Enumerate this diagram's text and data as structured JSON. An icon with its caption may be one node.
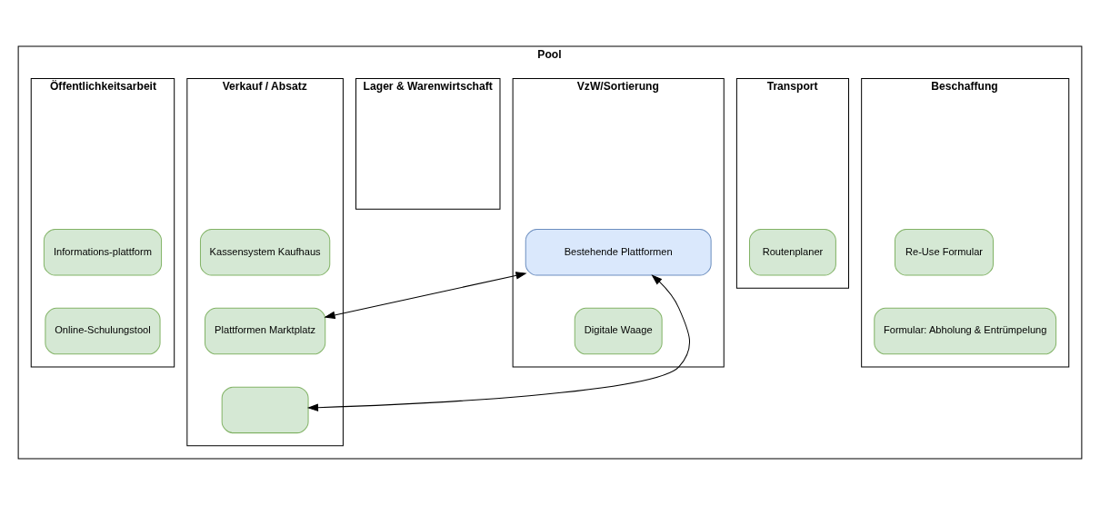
{
  "diagram": {
    "nodes": [
      {
        "text": [
          "Pool"
        ]
      },
      {
        "text": [
          "Beschaffung"
        ],
        "in": 0
      },
      {
        "text": [
          "Transport"
        ],
        "in": 0
      },
      {
        "text": [
          "VzW/Sortierung"
        ],
        "in": 0
      },
      {
        "text": [
          "Lager & Warenwirtschaft"
        ],
        "in": 0
      },
      {
        "text": [
          "Verkauf / Absatz"
        ],
        "in": 0
      },
      {
        "text": [
          "Öffentlichkeitsarbeit"
        ],
        "in": 0
      },
      {
        "text": [
          "Re-Use Formular"
        ],
        "in": 1
      },
      {
        "text": [
          "Formular: Abholung & Entrümpelung"
        ],
        "in": 1
      },
      {
        "text": [
          "Routenplaner"
        ],
        "in": 2
      },
      {
        "text": [
          "Bestehende Plattformen"
        ],
        "in": 3
      },
      {
        "text": [
          "Digitale Waage"
        ],
        "in": 3
      },
      {
        "text": [
          "Kassensystem Kaufhaus"
        ],
        "in": 5
      },
      {
        "text": [
          "Plattformen Marktplatz"
        ],
        "in": 5
      },
      {
        "text": [],
        "shape": "box",
        "in": 5
      },
      {
        "text": [
          "Informations-plattform"
        ],
        "in": 6
      },
      {
        "text": [
          "Online-Schulungstool"
        ],
        "in": 6
      }
    ],
    "edges": [
      {
        "from": 10,
        "to": 13,
        "arrow": "both"
      },
      {
        "from": 10,
        "to": 14,
        "arrow": "both"
      }
    ]
  }
}
